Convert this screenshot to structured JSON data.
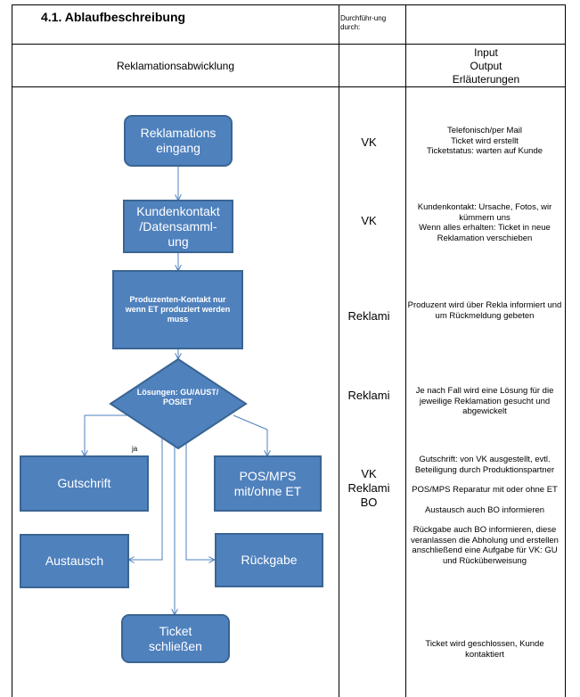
{
  "header": {
    "title": "4.1. Ablaufbeschreibung",
    "done_by": "Durchführ-ung durch:"
  },
  "columns": {
    "process": "Reklamationsabwicklung",
    "io_lines": [
      "Input",
      "Output",
      "Erläuterungen"
    ]
  },
  "flow": {
    "step1": "Reklamations eingang",
    "step2": "Kundenkontakt /Datensamml-ung",
    "step3": "Produzenten-Kontakt nur wenn ET produziert werden muss",
    "decision": "Lösungen: GU/AUST/ POS/ET",
    "ja": "ja",
    "opt_gutschrift": "Gutschrift",
    "opt_pos": "POS/MPS mit/ohne ET",
    "opt_austausch": "Austausch",
    "opt_rueckgabe": "Rückgabe",
    "end": "Ticket schließen"
  },
  "responsible": {
    "r1": "VK",
    "r2": "VK",
    "r3": "Reklami",
    "r4": "Reklami",
    "r5": [
      "VK",
      "Reklami",
      "BO"
    ]
  },
  "notes": {
    "n1": [
      "Telefonisch/per Mail",
      "Ticket wird erstellt",
      "Ticketstatus: warten auf Kunde"
    ],
    "n2a": "Kundenkontakt: Ursache, Fotos, wir kümmern uns",
    "n2b": "Wenn alles erhalten: Ticket in neue Reklamation verschieben",
    "n3": "Produzent wird über Rekla informiert und um Rückmeldung gebeten",
    "n4": "Je nach Fall wird eine Lösung für die jeweilige Reklamation gesucht und abgewickelt",
    "n5a": "Gutschrift: von VK ausgestellt, evtl. Beteiligung durch Produktionspartner",
    "n5b": "POS/MPS Reparatur mit oder ohne ET",
    "n5c": "Austausch auch BO informieren",
    "n5d": "Rückgabe auch BO informieren, diese veranlassen die Abholung und erstellen anschließend eine Aufgabe für VK: GU und Rücküberweisung",
    "n6": "Ticket wird geschlossen, Kunde kontaktiert"
  }
}
